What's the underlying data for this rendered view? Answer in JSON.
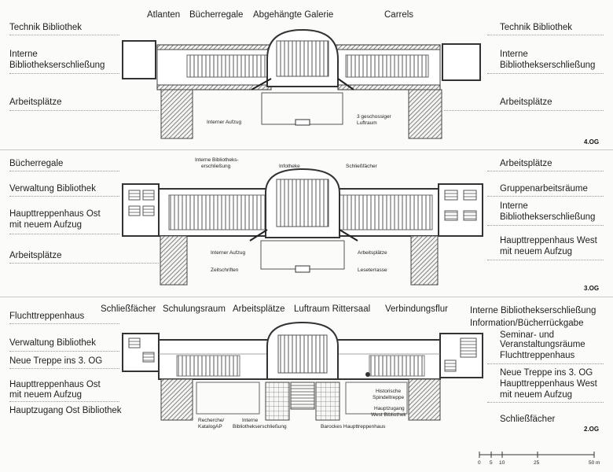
{
  "colors": {
    "hatch": "#555555",
    "wall": "#333333",
    "line": "#444444",
    "paper": "#fbfbfa"
  },
  "og4": {
    "level": "4.OG",
    "top": {
      "atlanten": "Atlanten",
      "buecherregale": "Bücherregale",
      "galerie": "Abgehängte Galerie",
      "carrels": "Carrels"
    },
    "left": {
      "technik": "Technik Bibliothek",
      "interne_1": "Interne",
      "interne_2": "Bibliothekserschließung",
      "arbeitsplaetze": "Arbeitsplätze"
    },
    "right": {
      "technik": "Technik Bibliothek",
      "interne_1": "Interne",
      "interne_2": "Bibliothekserschließung",
      "arbeitsplaetze": "Arbeitsplätze"
    },
    "small": {
      "aufzug": "Interner Aufzug",
      "luft_1": "3 geschossiger",
      "luft_2": "Luftraum"
    }
  },
  "og3": {
    "level": "3.OG",
    "left": {
      "buecherregale": "Bücherregale",
      "verwaltung": "Verwaltung Bibliothek",
      "haupt_1": "Haupttreppenhaus Ost",
      "haupt_2": "mit neuem Aufzug",
      "arbeitsplaetze": "Arbeitsplätze"
    },
    "right": {
      "arbeitsplaetze": "Arbeitsplätze",
      "gruppen": "Gruppenarbeitsräume",
      "interne_1": "Interne",
      "interne_2": "Bibliothekserschließung",
      "haupt_1": "Haupttreppenhaus West",
      "haupt_2": "mit neuem Aufzug"
    },
    "small": {
      "interne_1": "Interne Bibliotheks-",
      "interne_2": "erschließung",
      "infotheke": "Infotheke",
      "schliess": "Schließfächer",
      "aufzug": "Interner Aufzug",
      "arbeits": "Arbeitsplätze",
      "zeitschriften": "Zeitschriften",
      "leseterrasse": "Leseterrasse"
    }
  },
  "og2": {
    "level": "2.OG",
    "top": {
      "schliess": "Schließfächer",
      "schulung": "Schulungsraum",
      "arbeits": "Arbeitsplätze",
      "luftraum": "Luftraum Rittersaal",
      "verbindung": "Verbindungsflur"
    },
    "left": {
      "flucht": "Fluchttreppenhaus",
      "verwaltung": "Verwaltung Bibliothek",
      "neue": "Neue Treppe ins 3. OG",
      "haupt_1": "Haupttreppenhaus Ost",
      "haupt_2": "mit neuem Aufzug",
      "zugang": "Hauptzugang Ost Bibliothek"
    },
    "right": {
      "interne": "Interne Bibliothekserschließung",
      "info": "Information/Bücherrückgabe",
      "seminar_1": "Seminar- und",
      "seminar_2": "Veranstaltungsräume",
      "flucht": "Fluchttreppenhaus",
      "neue": "Neue Treppe ins 3. OG",
      "haupt_1": "Haupttreppenhaus West",
      "haupt_2": "mit neuem Aufzug",
      "schliess": "Schließfächer"
    },
    "small": {
      "spindel_1": "Historische",
      "spindel_2": "Spindeltreppe",
      "west_1": "Hauptzugang",
      "west_2": "West Bibliothek",
      "recherche_1": "Recherche/",
      "recherche_2": "KatalogAP",
      "interne_1": "Interne",
      "interne_2": "Bibliothekserschließung",
      "barock": "Barockes Haupttreppenhaus"
    }
  },
  "scale": {
    "t0": "0",
    "t5": "5",
    "t10": "10",
    "t25": "25",
    "t50": "50 m"
  }
}
